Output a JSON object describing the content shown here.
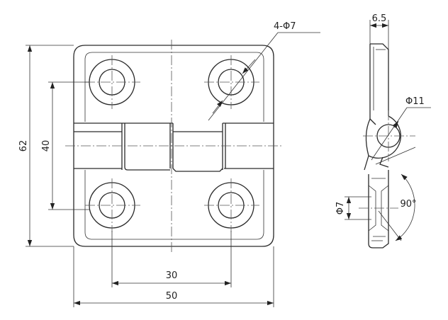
{
  "front_view": {
    "dim_height_total": "62",
    "dim_hole_vertical": "40",
    "dim_hole_horizontal": "30",
    "dim_width_total": "50",
    "hole_callout": "4-Φ7"
  },
  "side_view": {
    "dim_thickness": "6.5",
    "dim_pin_diameter": "Φ11",
    "dim_hole_diameter": "Φ7",
    "dim_angle": "90°"
  }
}
